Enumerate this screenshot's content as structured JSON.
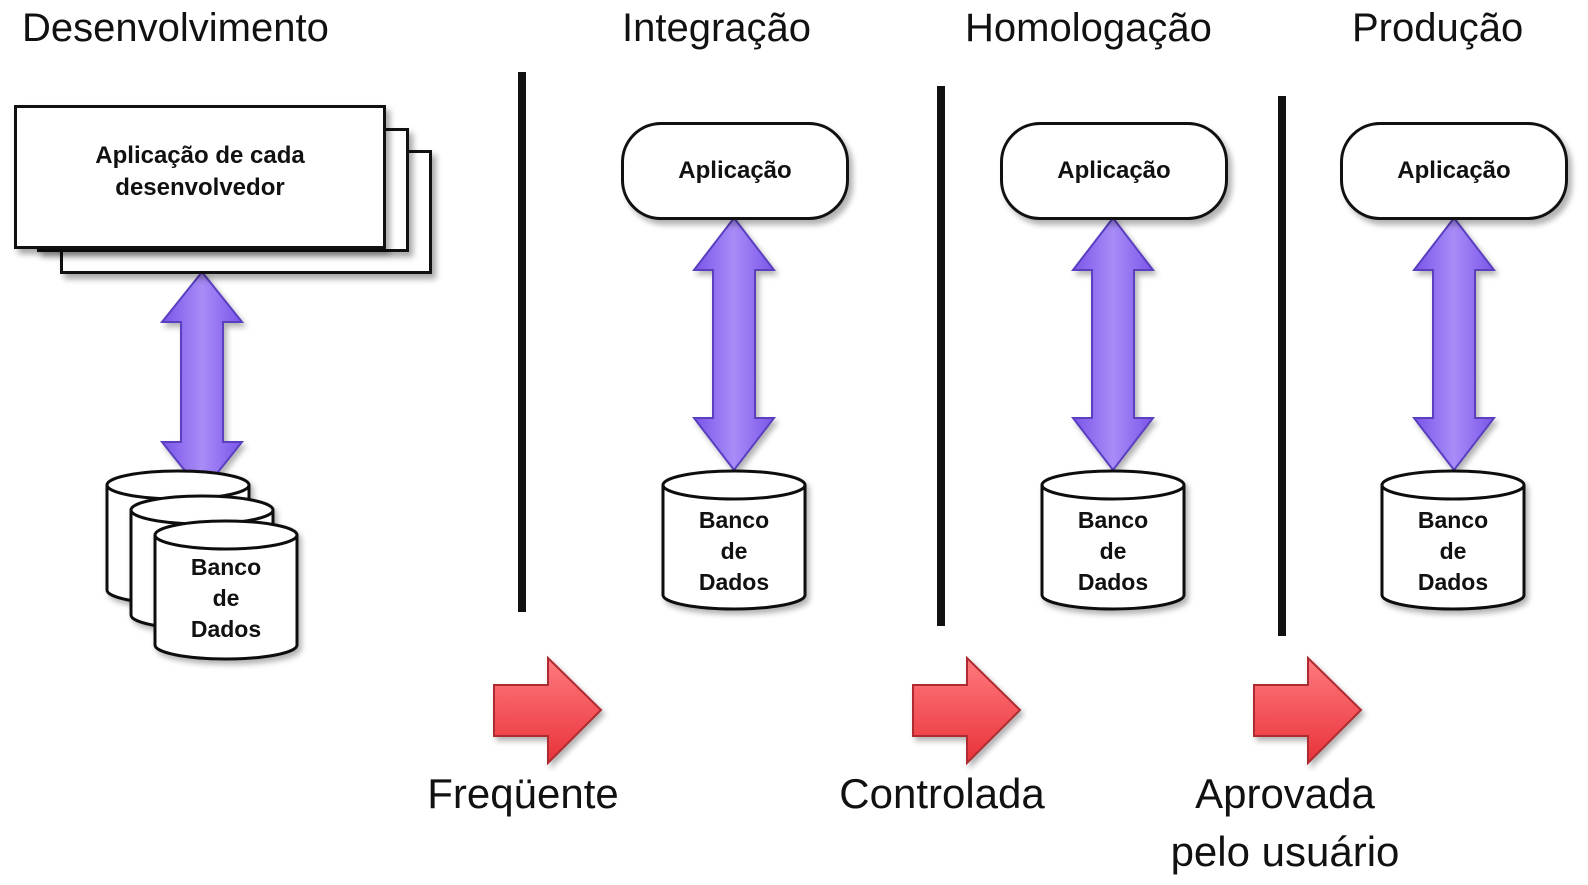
{
  "stages": [
    {
      "title": "Desenvolvimento",
      "app_label": "Aplicação de cada desenvolvedor",
      "db_lines": [
        "Banco",
        "de",
        "Dados"
      ]
    },
    {
      "title": "Integração",
      "app_label": "Aplicação",
      "db_lines": [
        "Banco",
        "de",
        "Dados"
      ]
    },
    {
      "title": "Homologação",
      "app_label": "Aplicação",
      "db_lines": [
        "Banco",
        "de",
        "Dados"
      ]
    },
    {
      "title": "Produção",
      "app_label": "Aplicação",
      "db_lines": [
        "Banco",
        "de",
        "Dados"
      ]
    }
  ],
  "transitions": [
    {
      "label_lines": [
        "Freqüente"
      ]
    },
    {
      "label_lines": [
        "Controlada"
      ]
    },
    {
      "label_lines": [
        "Aprovada",
        "pelo usuário"
      ]
    }
  ],
  "colors": {
    "double_arrow": "#8e6cf0",
    "double_arrow_stroke": "#5a3fc0",
    "promotion_arrow": "#f2454b",
    "promotion_arrow_stroke": "#b02a30",
    "separator": "#111111"
  }
}
